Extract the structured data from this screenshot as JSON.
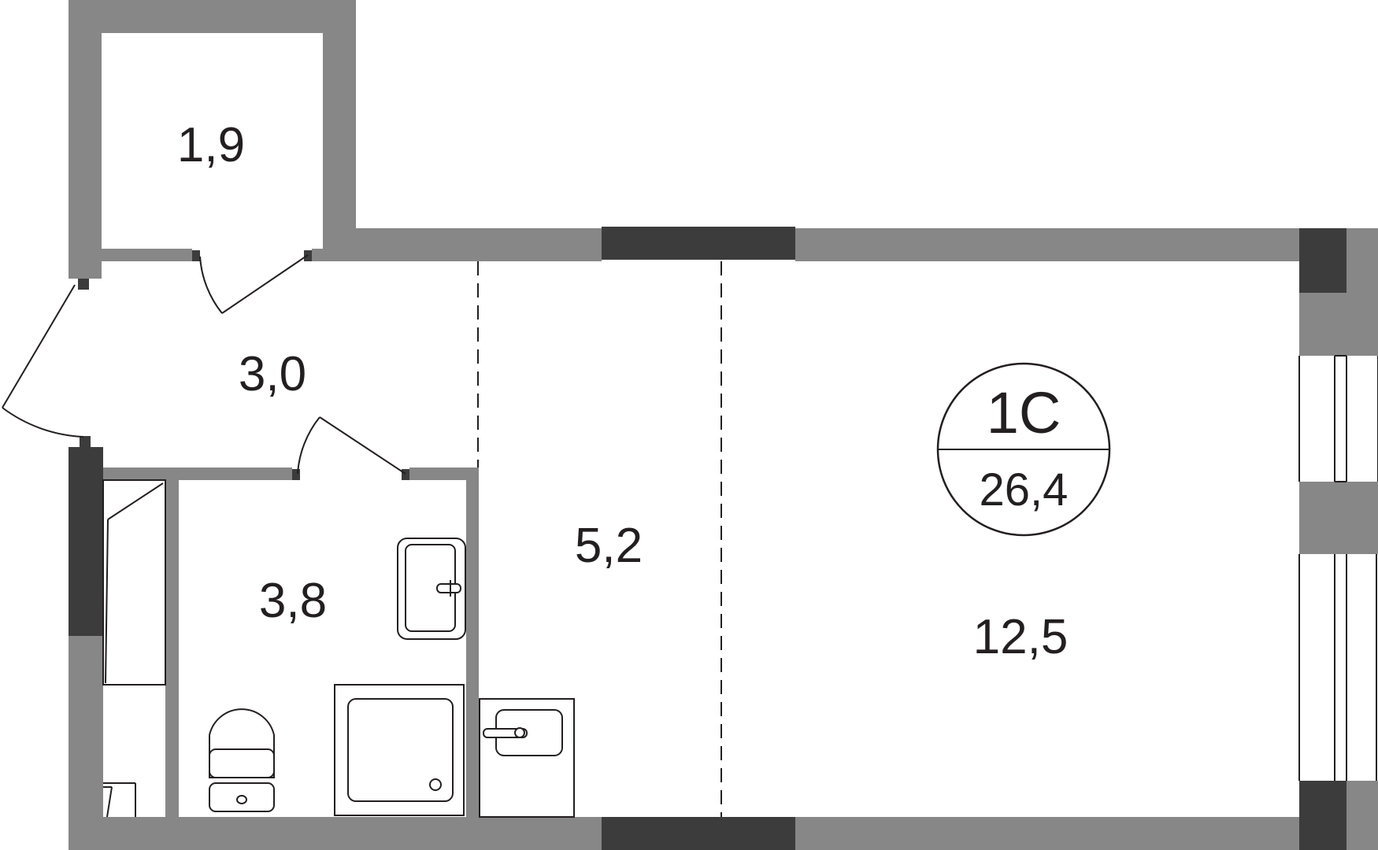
{
  "plan": {
    "apartment_type": "1С",
    "total_area": "26,4",
    "rooms": [
      {
        "id": "storage",
        "area": "1,9"
      },
      {
        "id": "hallway",
        "area": "3,0"
      },
      {
        "id": "bathroom",
        "area": "3,8"
      },
      {
        "id": "kitchen",
        "area": "5,2"
      },
      {
        "id": "living",
        "area": "12,5"
      }
    ]
  },
  "colors": {
    "wall": "#878787",
    "wall_dark": "#3c3c3c",
    "line": "#231f20",
    "background": "#ffffff"
  },
  "icons": [
    "door-swing-icon",
    "bathtub-icon",
    "toilet-icon",
    "sink-icon",
    "shower-tray-icon",
    "kitchen-sink-icon",
    "window-icon",
    "room-badge-icon"
  ]
}
